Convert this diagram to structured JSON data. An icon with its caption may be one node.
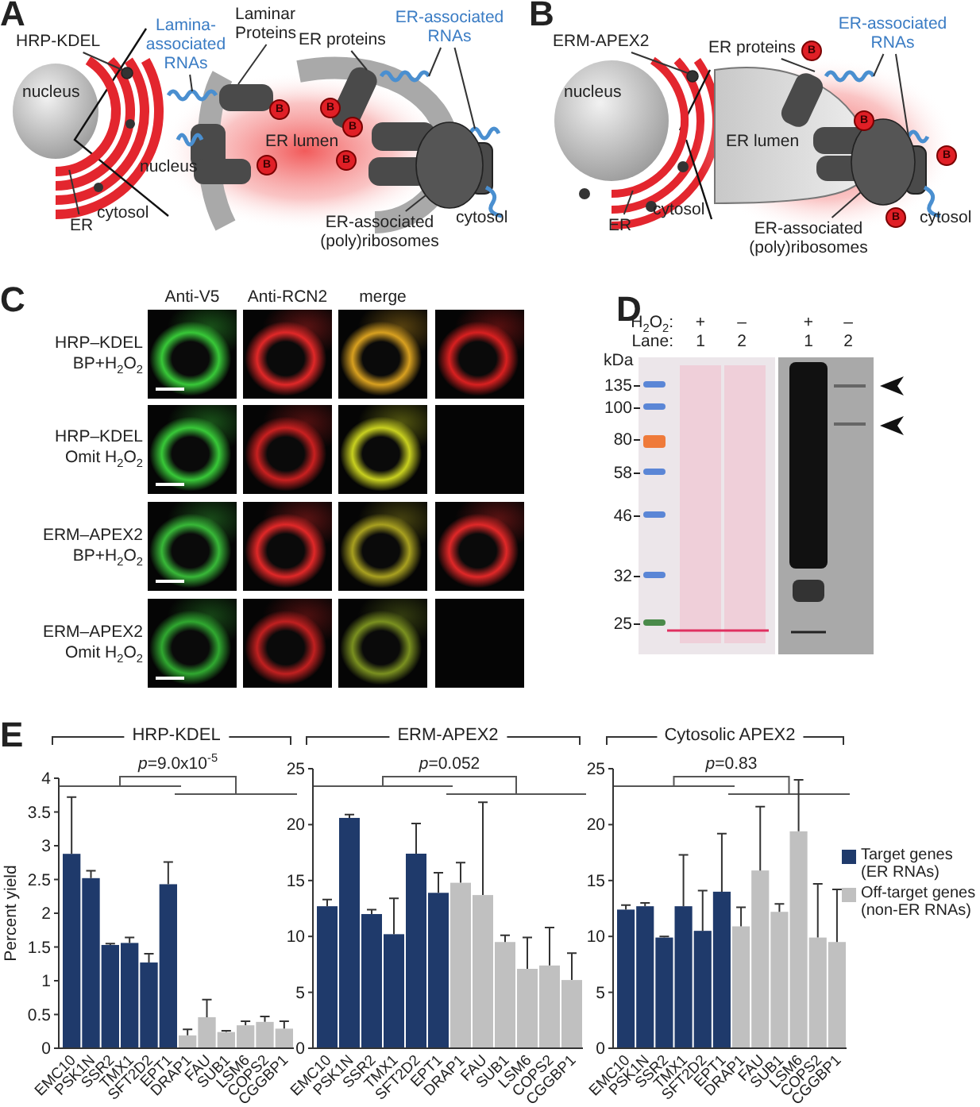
{
  "diagram": {
    "nodes": [
      {
        "text": [
          "HRP-KDEL"
        ]
      },
      {
        "text": [
          "Lamina-associated RNAs"
        ]
      },
      {
        "text": [
          "Laminar Proteins"
        ]
      },
      {
        "text": [
          "ER proteins"
        ]
      },
      {
        "text": [
          "ER-associated RNAs"
        ]
      },
      {
        "text": [
          "ER-associated (poly)ribosomes"
        ]
      },
      {
        "text": [
          "ER"
        ]
      },
      {
        "text": [
          "ERM-APEX2"
        ]
      },
      {
        "text": [
          "ER proteins"
        ]
      },
      {
        "text": [
          "ER-associated RNAs"
        ]
      },
      {
        "text": [
          "ER-associated (poly)ribosomes"
        ]
      },
      {
        "text": [
          "ER"
        ]
      },
      {
        "text": [],
        "shape": "circle"
      },
      {
        "text": [],
        "shape": "wave"
      },
      {
        "text": [],
        "shape": "box"
      },
      {
        "text": [],
        "shape": "box"
      },
      {
        "text": [],
        "shape": "wave"
      },
      {
        "text": [],
        "shape": "wave"
      },
      {
        "text": [],
        "shape": "circle"
      },
      {
        "text": [],
        "shape": "bar"
      },
      {
        "text": [],
        "shape": "circle"
      },
      {
        "text": [],
        "shape": "box"
      },
      {
        "text": [],
        "shape": "wave"
      },
      {
        "text": [],
        "shape": "wave"
      },
      {
        "text": [],
        "shape": "circle"
      },
      {
        "text": [],
        "shape": "bar"
      }
    ],
    "edges": [
      {
        "from": 0,
        "to": 12,
        "arrow": "none"
      },
      {
        "from": 1,
        "to": 13,
        "arrow": "none"
      },
      {
        "from": 2,
        "to": 14,
        "arrow": "none"
      },
      {
        "from": 3,
        "to": 15,
        "arrow": "none"
      },
      {
        "from": 4,
        "to": 16,
        "arrow": "none"
      },
      {
        "from": 4,
        "to": 17,
        "arrow": "none"
      },
      {
        "from": 5,
        "to": 18,
        "arrow": "none"
      },
      {
        "from": 6,
        "to": 19,
        "arrow": "none"
      },
      {
        "from": 7,
        "to": 20,
        "arrow": "none"
      },
      {
        "from": 8,
        "to": 21,
        "arrow": "none"
      },
      {
        "from": 9,
        "to": 22,
        "arrow": "none"
      },
      {
        "from": 9,
        "to": 23,
        "arrow": "none"
      },
      {
        "from": 10,
        "to": 24,
        "arrow": "none"
      },
      {
        "from": 11,
        "to": 25,
        "arrow": "none"
      }
    ],
    "labels": [
      "A",
      "nucleus",
      "cytosol",
      "nucleus",
      "ER lumen",
      "cytosol",
      "B",
      "B",
      "B",
      "B",
      "B",
      "B",
      "nucleus",
      "cytosol",
      "ER lumen",
      "cytosol",
      "B",
      "B",
      "B",
      "B",
      "C",
      "Anti-V5",
      "Anti-RCN2",
      "merge",
      "HRP–KDEL BP+H$_{2}$O$_{2}$",
      "HRP–KDEL Omit H$_{2}$O$_{2}$",
      "ERM–APEX2 BP+H$_{2}$O$_{2}$",
      "ERM–APEX2 Omit H$_{2}$O$_{2}$",
      "D",
      "H$_{2}$O$_{2}$:",
      "+",
      "–",
      "+",
      "–",
      "Lane:",
      "1",
      "2",
      "1",
      "2",
      "kDa",
      "135",
      "100",
      "80",
      "58",
      "46",
      "32",
      "25",
      "E"
    ],
    "legend": [
      {
        "text": "Target genes (ER RNAs)",
        "color": "#1f3a6b"
      },
      {
        "text": "Off-target genes (non-ER RNAs)",
        "color": "#c0c0c0"
      }
    ],
    "chart_data": [
      {
        "type": "bar",
        "title": "HRP-KDEL",
        "ylabel": "Percent yield",
        "categories": [
          "EMC10",
          "PSK1N",
          "SSR2",
          "TMX1",
          "SFT2D2",
          "EPT1",
          "DRAP1",
          "FAU",
          "SUB1",
          "LSM6",
          "COPS2",
          "CGGBP1"
        ],
        "series": [
          {
            "color": "#1f3a6b",
            "values": [
              2.88,
              2.52,
              1.53,
              1.56,
              1.27,
              2.43,
              null,
              null,
              null,
              null,
              null,
              null
            ],
            "errors": [
              0.84,
              0.11,
              0.02,
              0.08,
              0.13,
              0.33,
              null,
              null,
              null,
              null,
              null,
              null
            ]
          },
          {
            "color": "#c0c0c0",
            "values": [
              null,
              null,
              null,
              null,
              null,
              null,
              0.19,
              0.46,
              0.24,
              0.34,
              0.39,
              0.29
            ],
            "errors": [
              null,
              null,
              null,
              null,
              null,
              null,
              0.09,
              0.26,
              0.02,
              0.06,
              0.08,
              0.11
            ]
          }
        ],
        "ylim": [
          0,
          4
        ],
        "yticks": [
          0,
          0.5,
          1,
          1.5,
          2,
          2.5,
          3,
          3.5,
          4
        ],
        "annotations": [
          "*p*=9.0x10$^{-5}$"
        ]
      },
      {
        "type": "bar",
        "title": "ERM-APEX2",
        "categories": [
          "EMC10",
          "PSK1N",
          "SSR2",
          "TMX1",
          "SFT2D2",
          "EPT1",
          "DRAP1",
          "FAU",
          "SUB1",
          "LSM6",
          "COPS2",
          "CGGBP1"
        ],
        "series": [
          {
            "color": "#1f3a6b",
            "values": [
              12.7,
              20.6,
              12.0,
              10.2,
              17.4,
              13.9,
              null,
              null,
              null,
              null,
              null,
              null
            ],
            "errors": [
              0.6,
              0.3,
              0.4,
              3.2,
              2.7,
              1.8,
              null,
              null,
              null,
              null,
              null,
              null
            ]
          },
          {
            "color": "#c0c0c0",
            "values": [
              null,
              null,
              null,
              null,
              null,
              null,
              14.8,
              13.7,
              9.5,
              7.1,
              7.4,
              6.1
            ],
            "errors": [
              null,
              null,
              null,
              null,
              null,
              null,
              1.8,
              8.3,
              0.6,
              2.8,
              3.4,
              2.4
            ]
          }
        ],
        "ylim": [
          0,
          25
        ],
        "yticks": [
          0,
          5,
          10,
          15,
          20,
          25
        ],
        "annotations": [
          "*p*=0.052"
        ]
      },
      {
        "type": "bar",
        "title": "Cytosolic APEX2",
        "categories": [
          "EMC10",
          "PSK1N",
          "SSR2",
          "TMX1",
          "SFT2D2",
          "EPT1",
          "DRAP1",
          "FAU",
          "SUB1",
          "LSM6",
          "COPS2",
          "CGGBP1"
        ],
        "series": [
          {
            "color": "#1f3a6b",
            "values": [
              12.4,
              12.7,
              9.9,
              12.7,
              10.5,
              14.0,
              null,
              null,
              null,
              null,
              null,
              null
            ],
            "errors": [
              0.4,
              0.3,
              0.1,
              4.6,
              3.6,
              5.2,
              null,
              null,
              null,
              null,
              null,
              null
            ]
          },
          {
            "color": "#c0c0c0",
            "values": [
              null,
              null,
              null,
              null,
              null,
              null,
              10.9,
              15.9,
              12.2,
              19.4,
              9.9,
              9.5
            ],
            "errors": [
              null,
              null,
              null,
              null,
              null,
              null,
              1.7,
              5.7,
              0.7,
              4.6,
              4.8,
              4.7
            ]
          }
        ],
        "ylim": [
          0,
          25
        ],
        "yticks": [
          0,
          5,
          10,
          15,
          20,
          25
        ],
        "annotations": [
          "*p*=0.83"
        ]
      }
    ]
  }
}
